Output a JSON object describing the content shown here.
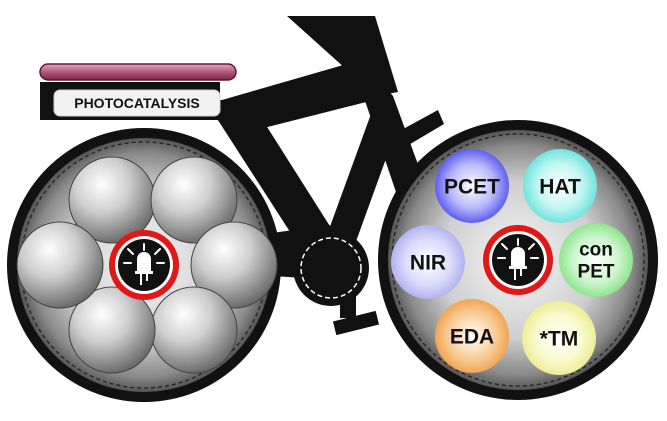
{
  "saddle_label": "PHOTOCATALYSIS",
  "left_wheel": {
    "center_icon": "led-bulb-icon",
    "balls": [
      "",
      "",
      "",
      "",
      "",
      ""
    ]
  },
  "right_wheel": {
    "center_icon": "led-bulb-icon",
    "balls": [
      {
        "name": "pcet",
        "lines": [
          "PCET"
        ],
        "color": "#5a5af0"
      },
      {
        "name": "hat",
        "lines": [
          "HAT"
        ],
        "color": "#6fe6e0"
      },
      {
        "name": "conpet",
        "lines": [
          "con",
          "PET"
        ],
        "color": "#8fe88f"
      },
      {
        "name": "tm",
        "lines": [
          "*TM"
        ],
        "color": "#f2f09a"
      },
      {
        "name": "eda",
        "lines": [
          "EDA"
        ],
        "color": "#f0a050"
      },
      {
        "name": "nir",
        "lines": [
          "NIR"
        ],
        "color": "#b8b8f2"
      }
    ]
  },
  "colors": {
    "frame": "#111111",
    "saddle": "#a0456a",
    "bulb_ring": "#e01818"
  }
}
